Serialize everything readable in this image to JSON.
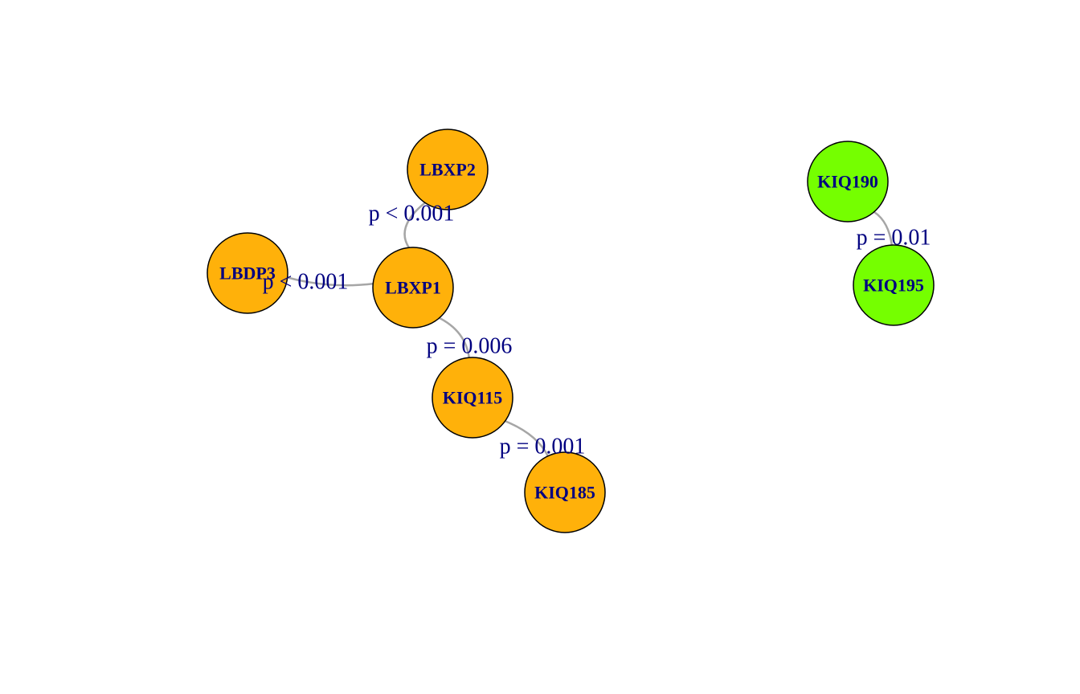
{
  "colors": {
    "edge": "#a6a6a6",
    "label_text": "#000080",
    "group_orange": "#ffb10a",
    "group_green": "#75ff00"
  },
  "nodes": [
    {
      "id": "LBXP2",
      "label": "LBXP2",
      "group": "orange"
    },
    {
      "id": "LBDP3",
      "label": "LBDP3",
      "group": "orange"
    },
    {
      "id": "LBXP1",
      "label": "LBXP1",
      "group": "orange"
    },
    {
      "id": "KIQ115",
      "label": "KIQ115",
      "group": "orange"
    },
    {
      "id": "KIQ185",
      "label": "KIQ185",
      "group": "orange"
    },
    {
      "id": "KIQ190",
      "label": "KIQ190",
      "group": "green"
    },
    {
      "id": "KIQ195",
      "label": "KIQ195",
      "group": "green"
    }
  ],
  "edges": [
    {
      "from": "LBXP1",
      "to": "LBXP2",
      "label": "p < 0.001"
    },
    {
      "from": "LBXP1",
      "to": "LBDP3",
      "label": "p < 0.001"
    },
    {
      "from": "LBXP1",
      "to": "KIQ115",
      "label": "p = 0.006"
    },
    {
      "from": "KIQ115",
      "to": "KIQ185",
      "label": "p = 0.001"
    },
    {
      "from": "KIQ190",
      "to": "KIQ195",
      "label": "p = 0.01"
    }
  ]
}
